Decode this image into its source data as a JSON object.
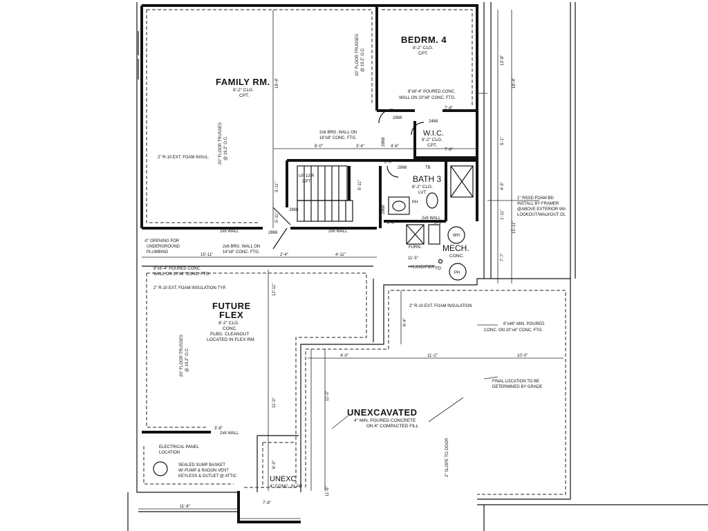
{
  "rooms": {
    "family": {
      "name": "FAMILY RM.",
      "l1": "8'-2\" CLG.",
      "l2": "CPT."
    },
    "bedrm4": {
      "name": "BEDRM. 4",
      "l1": "8'-2\" CLG.",
      "l2": "CPT."
    },
    "wic": {
      "name": "W.I.C.",
      "l1": "8'-2\" CLG.",
      "l2": "CPT."
    },
    "bath3": {
      "name": "BATH 3",
      "l1": "8'-2\" CLG.",
      "l2": "LVT"
    },
    "mech": {
      "name": "MECH.",
      "l1": "CONC."
    },
    "flex": {
      "name1": "FUTURE",
      "name2": "FLEX",
      "l1": "8'-2\" CLG.",
      "l2": "CONC.",
      "l3": "PLBG. CLEANOUT",
      "l4": "LOCATED IN FLEX RM."
    },
    "unexcavated": {
      "name": "UNEXCAVATED",
      "l1": "4\" MIN. POURED CONCRETE",
      "l2": "ON 6\" COMPACTED FILL"
    },
    "unexc_small": {
      "name": "UNEXC",
      "l1": "4\" CONC. SLAB"
    }
  },
  "notes": {
    "trusses_family": "20\" FLOOR TRUSSES",
    "trusses_oc": "@ 19.2\" O.C.",
    "trusses_upper": "20\" FLOOR TRUSSES",
    "trusses_flex": "20\" FLOOR TRUSSES",
    "foam_family": "2\" R-10 EXT. FOAM INSUL.",
    "poured_bed_1": "8\"x8'-4\" POURED CONC.",
    "poured_bed_2": "WALL ON 20\"x8\" CONC. FTG.",
    "brg_wall_1": "2x6 BRG. WALL ON",
    "brg_wall_2": "16\"x8\" CONC. FTG.",
    "up_stair": "UP 13 R",
    "cpt": "CPT",
    "opening_1": "-0\" OPENING FOR",
    "opening_2": "UNDERGROUND",
    "opening_3": "PLUMBING",
    "poured_flex_1": "8\"x8'-4\" POURED CONC.",
    "poured_flex_2": "WALL ON 20\"x8\" CONC. FTG.",
    "foam_flex": "2\" R-10 EXT. FOAM INSULATION-TYP.",
    "foam_mid": "2\" R-10 EXT. FOAM INSULATION",
    "humidifier": "+HUMIDIFIER",
    "rigid_1": "1\" RIGID FOAM BD",
    "rigid_2": "INSTALL BY FRAMER",
    "rigid_3": "@ABOVE EXTERIOR WA",
    "rigid_4": "LOOKOUT/WALKOUT OL",
    "poured_right_1": "6\"x48\"-MIN. POURED",
    "poured_right_2": "CONC. ON 20\"x8\" CONC. FTG.",
    "final_1": "FINAL LOCATION TO BE",
    "final_2": "DETERMINED BY GRADE",
    "slope": "2\" SLOPE TO DOOR",
    "elec_1": "ELECTRICAL PANEL",
    "elec_2": "LOCATION",
    "sump_1": "SEALED SUMP BASKET",
    "sump_2": "W/ PUMP & RADON VENT",
    "sump_3": "KEYLESS & OUTLET @ ATTIC",
    "wall_2x6_a": "2x6 WALL",
    "wall_2x6_b": "2x6 WALL",
    "wall_2x6_c": "2x6 WALL",
    "wall_2x6_d": "2x6 WALL",
    "furn": "FURN.",
    "wh": "WH",
    "ph": "PH",
    "fd": "FD",
    "tb": "TB"
  },
  "dims": {
    "d6_0": "6'-0\"",
    "d3_4": "3'-4\"",
    "d4_6": "4'-6\"",
    "d7_8a": "7'-8\"",
    "d7_8b": "7'-8\"",
    "d15_11": "15'-11\"",
    "d2_4": "2'-4\"",
    "d4_11": "4'-11\"",
    "d11_5": "11'-5\"",
    "d4_0": "4'-0\"",
    "d11_2": "11'-2\"",
    "d10_0": "10'-0\"",
    "d11_8": "11'-8\"",
    "d7_8c": "7'-8\"",
    "d13_8": "13'-8\"",
    "d18_4": "18'-4\"",
    "d5_1": "5'-1\"",
    "d4_5": "4'-5\"",
    "d7_7": "7'-7\"",
    "d15_11v": "15'-11\"",
    "d1_11": "1'-11\"",
    "d5_11a": "5'-11\"",
    "d5_11b": "5'-11\"",
    "d5_11c": "5'-11\"",
    "d12_11": "12'-11\"",
    "d11_0a": "11'-0\"",
    "d11_0b": "11'-0\"",
    "d6_4": "6'-4\"",
    "d6_0v": "6'-0\"",
    "d11_6": "11'-6\"",
    "d3_8": "3'-8\"",
    "d18_4b": "18'-4\"",
    "d2868a": "2868",
    "d2868b": "2868",
    "d2868c": "2868",
    "d2868d": "2868",
    "d2868e": "2868",
    "d2868f": "2868",
    "d2468": "2468",
    "d2_0": "2'-0\"",
    "d5_3": "5'-3\""
  }
}
